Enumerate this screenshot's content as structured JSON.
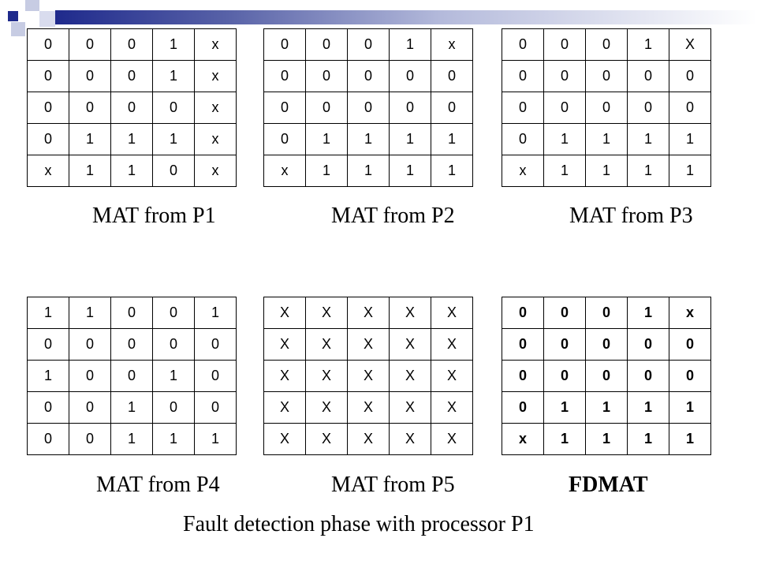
{
  "matrices": [
    {
      "caption": "MAT from P1",
      "rows": [
        [
          "0",
          "0",
          "0",
          "1",
          "x"
        ],
        [
          "0",
          "0",
          "0",
          "1",
          "x"
        ],
        [
          "0",
          "0",
          "0",
          "0",
          "x"
        ],
        [
          "0",
          "1",
          "1",
          "1",
          "x"
        ],
        [
          "x",
          "1",
          "1",
          "0",
          "x"
        ]
      ]
    },
    {
      "caption": "MAT from P2",
      "rows": [
        [
          "0",
          "0",
          "0",
          "1",
          "x"
        ],
        [
          "0",
          "0",
          "0",
          "0",
          "0"
        ],
        [
          "0",
          "0",
          "0",
          "0",
          "0"
        ],
        [
          "0",
          "1",
          "1",
          "1",
          "1"
        ],
        [
          "x",
          "1",
          "1",
          "1",
          "1"
        ]
      ]
    },
    {
      "caption": "MAT from P3",
      "rows": [
        [
          "0",
          "0",
          "0",
          "1",
          "X"
        ],
        [
          "0",
          "0",
          "0",
          "0",
          "0"
        ],
        [
          "0",
          "0",
          "0",
          "0",
          "0"
        ],
        [
          "0",
          "1",
          "1",
          "1",
          "1"
        ],
        [
          "x",
          "1",
          "1",
          "1",
          "1"
        ]
      ]
    },
    {
      "caption": "MAT from P4",
      "rows": [
        [
          "1",
          "1",
          "0",
          "0",
          "1"
        ],
        [
          "0",
          "0",
          "0",
          "0",
          "0"
        ],
        [
          "1",
          "0",
          "0",
          "1",
          "0"
        ],
        [
          "0",
          "0",
          "1",
          "0",
          "0"
        ],
        [
          "0",
          "0",
          "1",
          "1",
          "1"
        ]
      ]
    },
    {
      "caption": "MAT from P5",
      "rows": [
        [
          "X",
          "X",
          "X",
          "X",
          "X"
        ],
        [
          "X",
          "X",
          "X",
          "X",
          "X"
        ],
        [
          "X",
          "X",
          "X",
          "X",
          "X"
        ],
        [
          "X",
          "X",
          "X",
          "X",
          "X"
        ],
        [
          "X",
          "X",
          "X",
          "X",
          "X"
        ]
      ]
    },
    {
      "caption": "FDMAT",
      "rows": [
        [
          "0",
          "0",
          "0",
          "1",
          "x"
        ],
        [
          "0",
          "0",
          "0",
          "0",
          "0"
        ],
        [
          "0",
          "0",
          "0",
          "0",
          "0"
        ],
        [
          "0",
          "1",
          "1",
          "1",
          "1"
        ],
        [
          "x",
          "1",
          "1",
          "1",
          "1"
        ]
      ]
    }
  ],
  "footer": "Fault detection phase with processor P1"
}
